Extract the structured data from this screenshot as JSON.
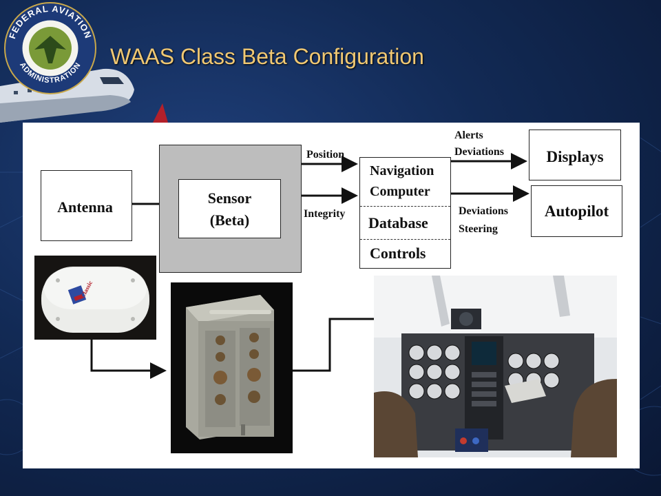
{
  "title": "WAAS Class Beta Configuration",
  "logo": {
    "text_top": "FEDERAL AVIATION",
    "text_bottom": "ADMINISTRATION"
  },
  "diagram": {
    "antenna": "Antenna",
    "sensor_line1": "Sensor",
    "sensor_line2": "(Beta)",
    "position": "Position",
    "integrity": "Integrity",
    "nav_line1": "Navigation",
    "nav_line2": "Computer",
    "database": "Database",
    "controls": "Controls",
    "alerts": "Alerts",
    "deviations_top": "Deviations",
    "deviations_bottom": "Deviations",
    "steering": "Steering",
    "displays": "Displays",
    "autopilot": "Autopilot"
  },
  "antenna_photo": {
    "brand": "Classic"
  },
  "colors": {
    "title": "#f0c873",
    "background": "#122a55",
    "sensor_frame": "#bdbdbd"
  }
}
